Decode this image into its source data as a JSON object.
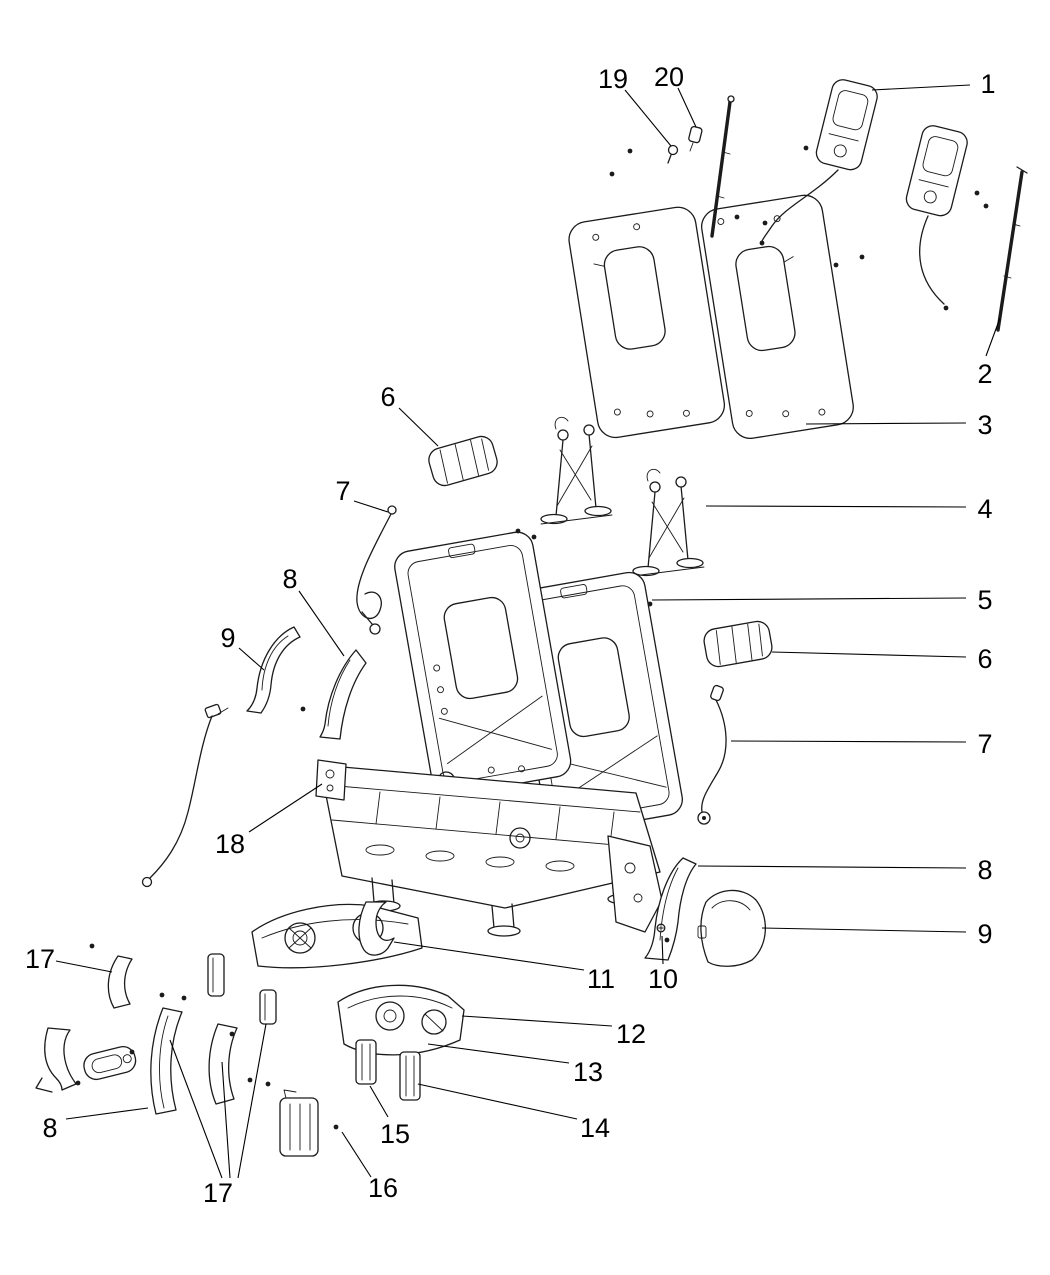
{
  "figure": {
    "colors": {
      "background": "#ffffff",
      "line": "#1b1b1b",
      "label": "#000000"
    },
    "callouts": [
      {
        "label": "19"
      },
      {
        "label": "20"
      },
      {
        "label": "1"
      },
      {
        "label": "2"
      },
      {
        "label": "3"
      },
      {
        "label": "4"
      },
      {
        "label": "5"
      },
      {
        "label": "6"
      },
      {
        "label": "7"
      },
      {
        "label": "8"
      },
      {
        "label": "9"
      },
      {
        "label": "6"
      },
      {
        "label": "7"
      },
      {
        "label": "8"
      },
      {
        "label": "9"
      },
      {
        "label": "18"
      },
      {
        "label": "11"
      },
      {
        "label": "10"
      },
      {
        "label": "12"
      },
      {
        "label": "13"
      },
      {
        "label": "14"
      },
      {
        "label": "15"
      },
      {
        "label": "16"
      },
      {
        "label": "17"
      },
      {
        "label": "8"
      },
      {
        "label": "17"
      }
    ]
  }
}
